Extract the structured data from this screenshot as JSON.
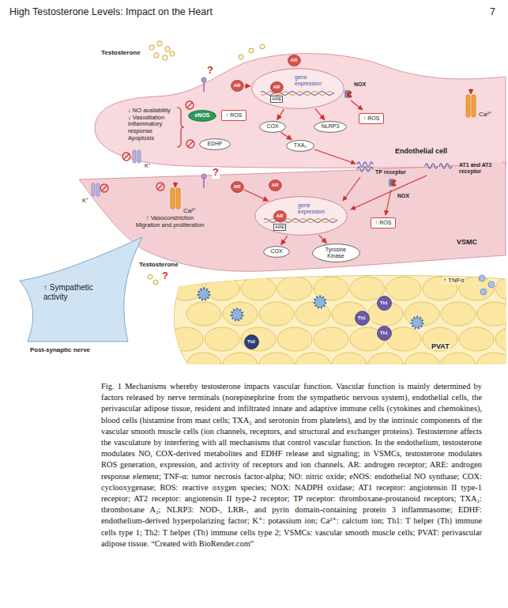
{
  "diagram": {
    "caption": "Fig. 1 Mechanisms whereby testosterone impacts vascular function. Vascular function is mainly determined by factors released by nerve terminals (norepinephrine from the sympathetic nervous system), endothelial cells, the perivascular adipose tissue, resident and infiltrated innate and adaptive immune cells (cytokines and chemokines), blood cells (histamine from mast cells; TXA₂ and serotonin from platelets), and by the intrinsic components of the vascular smooth muscle cells (ion channels, receptors, and structural and exchanger proteins). Testosterone affects the vasculature by interfering with all mechanisms that control vascular function. In the endothelium, testosterone modulates NO, COX-derived metabolites and EDHF release and signaling; in VSMCs, testosterone modulates ROS generation, expression, and activity of receptors and ion channels. AR: androgen receptor; ARE: androgen response element; TNF-α: tumor necrosis factor-alpha; NO: nitric oxide; eNOS: endothelial NO synthase; COX: cyclooxygenase; ROS: reactive oxygen species; NOX: NADPH oxidase; AT1 receptor: angiotensin II type-1 receptor; AT2 receptor: angiotensin II type-2 receptor; TP receptor: thromboxane-prostanoid receptors; TXA₂: thromboxane A₂; NLRP3: NOD-, LRR-, and pyrin domain-containing protein 3 inflammasome; EDHF: endothelium-derived hyperpolarizing factor; K⁺: potassium ion; Ca²⁺: calcium ion; Th1: T helper (Th) immune cells type 1; Th2: T helper (Th) immune cells type 2; VSMCs: vascular smooth muscle cells; PVAT: perivascular adipose tissue. “Created with BioRender.com”",
    "nodes": [
      {
        "text": [
          "Endothelial cell"
        ]
      },
      {
        "text": [
          "↑ ROS"
        ],
        "in": 0
      },
      {
        "text": [
          "eNOS"
        ],
        "in": 0
      },
      {
        "text": [
          "EDHF"
        ],
        "in": 0
      },
      {
        "text": [
          "AR"
        ],
        "in": 0
      },
      {
        "text": [
          "AR"
        ],
        "in": 0
      },
      {
        "text": [
          "gene expression",
          "ARE"
        ],
        "in": 0
      },
      {
        "text": [
          "AR"
        ],
        "in": 6
      },
      {
        "text": [
          "COX"
        ],
        "in": 0
      },
      {
        "text": [
          "NLRP3"
        ],
        "in": 0
      },
      {
        "text": [
          "TXA₂"
        ],
        "in": 0
      },
      {
        "text": [
          "↑ ROS"
        ],
        "in": 0
      },
      {
        "text": [
          "VSMC"
        ]
      },
      {
        "text": [
          "AR"
        ],
        "in": 12
      },
      {
        "text": [
          "AR"
        ],
        "in": 12
      },
      {
        "text": [
          "gene expression",
          "ARE"
        ],
        "in": 12
      },
      {
        "text": [
          "AR"
        ],
        "in": 15
      },
      {
        "text": [
          "COX"
        ],
        "in": 12
      },
      {
        "text": [
          "Tyrosine Kinase"
        ],
        "in": 12
      },
      {
        "text": [
          "↑ ROS"
        ],
        "in": 12
      },
      {
        "text": [
          "↑ Sympathetic activity",
          "Post-synaptic nerve"
        ]
      },
      {
        "text": [
          "PVAT"
        ]
      },
      {
        "text": [
          "Th1"
        ],
        "in": 21
      },
      {
        "text": [
          "Th1"
        ],
        "in": 21
      },
      {
        "text": [
          "Th1"
        ],
        "in": 21
      },
      {
        "text": [
          "Th2"
        ],
        "in": 21
      }
    ],
    "edges": [
      {
        "from": 4,
        "to": 6,
        "arrow": "to"
      },
      {
        "from": 6,
        "to": 8,
        "arrow": "to"
      },
      {
        "from": 6,
        "to": 9,
        "arrow": "to"
      },
      {
        "from": 8,
        "to": 10,
        "arrow": "to"
      },
      {
        "from": 13,
        "to": 15,
        "arrow": "to"
      },
      {
        "from": 15,
        "to": 17,
        "arrow": "to"
      },
      {
        "from": 15,
        "to": 18,
        "arrow": "to"
      }
    ],
    "labels": [
      "High Testosterone Levels: Impact on the Heart",
      "7",
      "Testosterone",
      "?",
      "↓ NO availability ↓ Vasodilation Inflammatory response Apoptosis",
      "K⁺",
      "NOX",
      "Ca²⁺",
      "?",
      "TP receptor",
      "NOX",
      "AT1 and AT2 receptor",
      "K⁺",
      "Ca²⁺",
      "↑ Vasoconstriction Migration and proliferation",
      "Testosterone",
      "?",
      "↑ TNFα"
    ]
  }
}
